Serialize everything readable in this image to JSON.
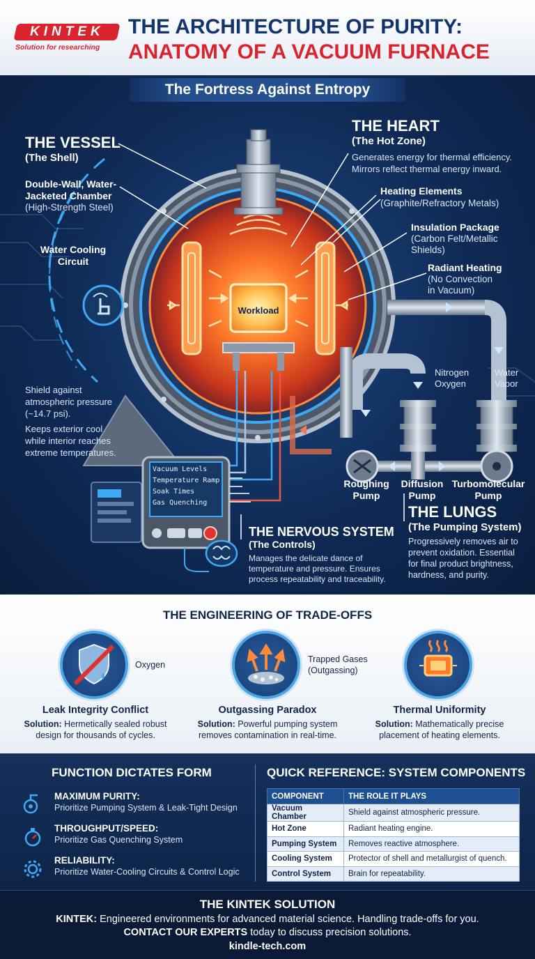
{
  "brand": {
    "logo": "KINTEK",
    "tagline": "Solution for researching"
  },
  "header": {
    "title_line1": "THE ARCHITECTURE OF PURITY:",
    "title_line2": "ANATOMY OF A VACUUM FURNACE",
    "banner": "The Fortress Against Entropy"
  },
  "diagram": {
    "vessel": {
      "title": "THE VESSEL",
      "subtitle": "(The Shell)",
      "chamber_line1": "Double-Wall, Water-",
      "chamber_line2": "Jacketed Chamber",
      "chamber_line3": "(High-Strength Steel)"
    },
    "cooling": {
      "line1": "Water Cooling",
      "line2": "Circuit"
    },
    "shield": {
      "line1": "Shield against",
      "line2": "atmospheric pressure",
      "line3": "(~14.7 psi).",
      "line4": "Keeps exterior cool",
      "line5": "while interior reaches",
      "line6": "extreme temperatures."
    },
    "heart": {
      "title": "THE HEART",
      "subtitle": "(The Hot Zone)",
      "desc1": "Generates energy for thermal efficiency.",
      "desc2": "Mirrors reflect thermal energy inward."
    },
    "heating_elements": {
      "title": "Heating Elements",
      "sub": "(Graphite/Refractory Metals)"
    },
    "insulation": {
      "title": "Insulation Package",
      "sub1": "(Carbon Felt/Metallic",
      "sub2": "Shields)"
    },
    "radiant": {
      "title": "Radiant Heating",
      "sub1": "(No Convection",
      "sub2": "in Vacuum)"
    },
    "workload": "Workload",
    "gases": {
      "g1a": "Nitrogen",
      "g1b": "Oxygen",
      "g2a": "Water",
      "g2b": "Vapor"
    },
    "pumps": {
      "roughing1": "Roughing",
      "roughing2": "Pump",
      "diffusion1": "Diffusion",
      "diffusion2": "Pump",
      "turbo1": "Turbomolecular",
      "turbo2": "Pump"
    },
    "lungs": {
      "title": "THE LUNGS",
      "subtitle": "(The Pumping System)",
      "d1": "Progressively removes air to",
      "d2": "prevent oxidation. Essential",
      "d3": "for final product brightness,",
      "d4": "hardness, and purity."
    },
    "controls_screen": [
      "Vacuum Levels",
      "Temperature Ramp",
      "Soak Times",
      "Gas Quenching"
    ],
    "nervous": {
      "title": "THE NERVOUS SYSTEM",
      "subtitle": "(The Controls)",
      "d1": "Manages the delicate dance of",
      "d2": "temperature and pressure. Ensures",
      "d3": "process repeatability and traceability."
    }
  },
  "tradeoffs": {
    "title": "THE ENGINEERING OF TRADE-OFFS",
    "solution_label": "Solution:",
    "items": [
      {
        "name": "Leak Integrity Conflict",
        "side": "Oxygen",
        "desc1": " Hermetically sealed robust",
        "desc2": "design for thousands of cycles."
      },
      {
        "name": "Outgassing Paradox",
        "side1": "Trapped Gases",
        "side2": "(Outgassing)",
        "desc1": " Powerful pumping system",
        "desc2": "removes contamination in real-time."
      },
      {
        "name": "Thermal Uniformity",
        "desc1": " Mathematically precise",
        "desc2": "placement of heating elements."
      }
    ]
  },
  "function": {
    "title": "FUNCTION DICTATES FORM",
    "items": [
      {
        "head": "MAXIMUM PURITY:",
        "body": "Prioritize Pumping System & Leak-Tight Design"
      },
      {
        "head": "THROUGHPUT/SPEED:",
        "body": "Prioritize Gas Quenching System"
      },
      {
        "head": "RELIABILITY:",
        "body": "Prioritize Water-Cooling Circuits & Control Logic"
      }
    ]
  },
  "reference": {
    "title": "QUICK REFERENCE: SYSTEM COMPONENTS",
    "headers": [
      "COMPONENT",
      "THE ROLE IT PLAYS"
    ],
    "rows": [
      [
        "Vacuum Chamber",
        "Shield against atmospheric pressure."
      ],
      [
        "Hot Zone",
        "Radiant heating engine."
      ],
      [
        "Pumping System",
        "Removes reactive atmosphere."
      ],
      [
        "Cooling System",
        "Protector of shell and metallurgist of quench."
      ],
      [
        "Control System",
        "Brain for repeatability."
      ]
    ]
  },
  "footer": {
    "title": "THE KINTEK SOLUTION",
    "brand": "KINTEK:",
    "line1": " Engineered environments for advanced material science. Handling trade-offs for you.",
    "cta": "CONTACT OUR EXPERTS",
    "line2": " today to discuss precision solutions.",
    "url": "kindle-tech.com"
  }
}
